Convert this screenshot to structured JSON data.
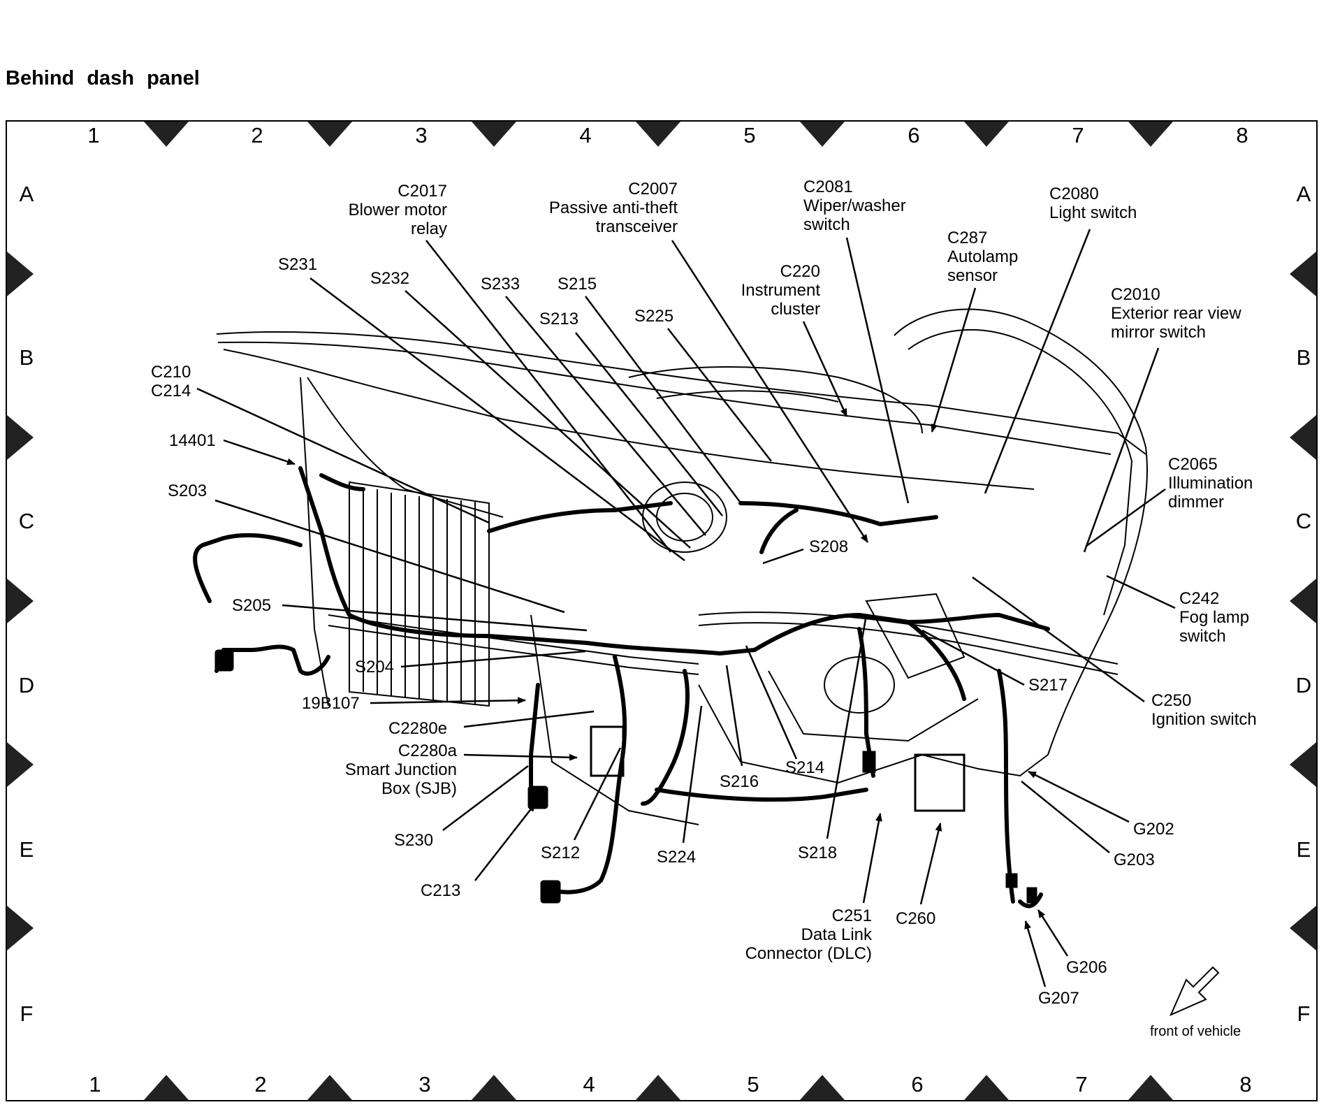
{
  "page_title": "Behind dash panel",
  "grid": {
    "columns": [
      "1",
      "2",
      "3",
      "4",
      "5",
      "6",
      "7",
      "8"
    ],
    "rows": [
      "A",
      "B",
      "C",
      "D",
      "E",
      "F"
    ]
  },
  "labels": {
    "c2017": [
      "C2017",
      "Blower motor",
      "relay"
    ],
    "c2007": [
      "C2007",
      "Passive anti-theft",
      "transceiver"
    ],
    "c2081": [
      "C2081",
      "Wiper/washer",
      "switch"
    ],
    "c2080": [
      "C2080",
      "Light switch"
    ],
    "c287": [
      "C287",
      "Autolamp",
      "sensor"
    ],
    "c220": [
      "C220",
      "Instrument",
      "cluster"
    ],
    "c2010": [
      "C2010",
      "Exterior rear view",
      "mirror switch"
    ],
    "c2065": [
      "C2065",
      "Illumination",
      "dimmer"
    ],
    "c242": [
      "C242",
      "Fog lamp",
      "switch"
    ],
    "c250": [
      "C250",
      "Ignition switch"
    ],
    "c210_c214": [
      "C210",
      "C214"
    ],
    "c2280a": [
      "C2280a",
      "Smart Junction",
      "Box (SJB)"
    ],
    "c251": [
      "C251",
      "Data Link",
      "Connector (DLC)"
    ],
    "s231": "S231",
    "s232": "S232",
    "s233": "S233",
    "s215": "S215",
    "s213": "S213",
    "s225": "S225",
    "n14401": "14401",
    "s203": "S203",
    "s208": "S208",
    "s205": "S205",
    "s204": "S204",
    "n19b107": "19B107",
    "c2280e": "C2280e",
    "s230": "S230",
    "c213": "C213",
    "s212": "S212",
    "s224": "S224",
    "s216": "S216",
    "s214": "S214",
    "s218": "S218",
    "s217": "S217",
    "c260": "C260",
    "g202": "G202",
    "g203": "G203",
    "g206": "G206",
    "g207": "G207",
    "front_of_vehicle": "front of vehicle"
  }
}
